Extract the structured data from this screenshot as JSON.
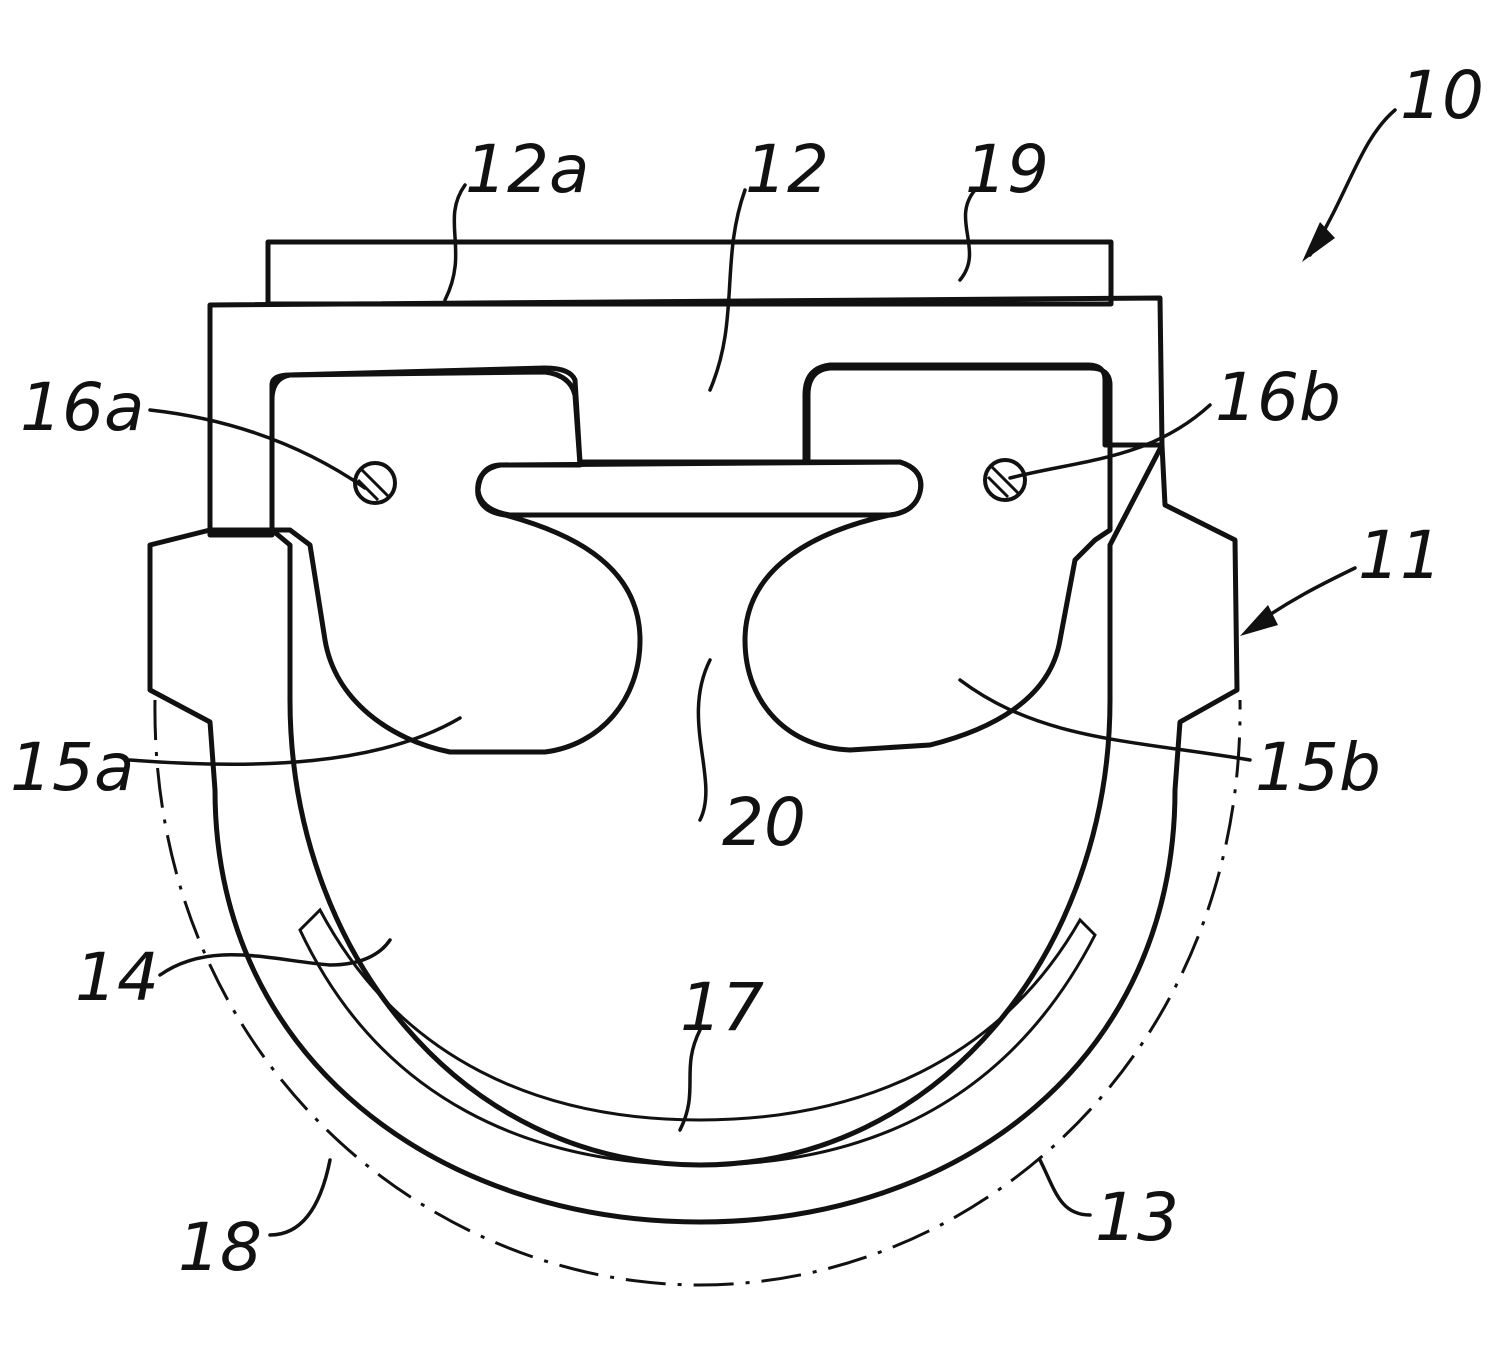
{
  "figure": {
    "labels": {
      "l10": "10",
      "l11": "11",
      "l12": "12",
      "l12a": "12a",
      "l13": "13",
      "l14": "14",
      "l15a": "15a",
      "l15b": "15b",
      "l16a": "16a",
      "l16b": "16b",
      "l17": "17",
      "l18": "18",
      "l19": "19",
      "l20": "20"
    }
  },
  "colors": {
    "ink": "#111111",
    "paper": "#ffffff"
  }
}
